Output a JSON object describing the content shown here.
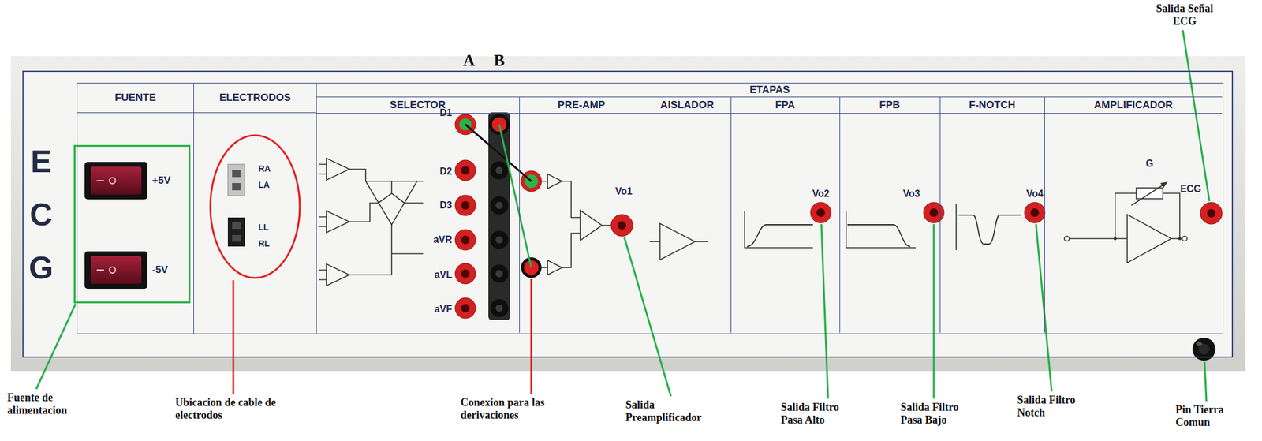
{
  "diagram": {
    "nodes": [
      {
        "text": [
          "E C G"
        ]
      },
      {
        "text": [
          "FUENTE"
        ],
        "in": 0
      },
      {
        "text": [
          "+5V",
          "-5V"
        ],
        "in": 1
      },
      {
        "text": [
          "ELECTRODOS"
        ],
        "in": 0
      },
      {
        "text": [
          "RA",
          "LA",
          "LL",
          "RL"
        ],
        "in": 3
      },
      {
        "text": [
          "ETAPAS"
        ],
        "in": 0
      },
      {
        "text": [
          "SELECTOR"
        ],
        "in": 5
      },
      {
        "text": [
          "PRE-AMP"
        ],
        "in": 5
      },
      {
        "text": [
          "AISLADOR"
        ],
        "in": 5
      },
      {
        "text": [
          "FPA"
        ],
        "in": 5
      },
      {
        "text": [
          "FPB"
        ],
        "in": 5
      },
      {
        "text": [
          "F-NOTCH"
        ],
        "in": 5
      },
      {
        "text": [
          "AMPLIFICADOR"
        ],
        "in": 5
      }
    ],
    "labels": [
      "Salida Señal ECG",
      "A",
      "B",
      "D1",
      "D2",
      "D3",
      "aVR",
      "aVL",
      "aVF",
      "Vo1",
      "Vo2",
      "Vo3",
      "Vo4",
      "G",
      "ECG",
      "Fuente de alimentacion",
      "Ubicacion de cable de electrodos",
      "Conexion para las derivaciones",
      "Salida Preamplificador",
      "Salida Filtro Pasa Alto",
      "Salida Filtro Pasa Bajo",
      "Salida Filtro Notch",
      "Pin Tierra Comun"
    ]
  }
}
